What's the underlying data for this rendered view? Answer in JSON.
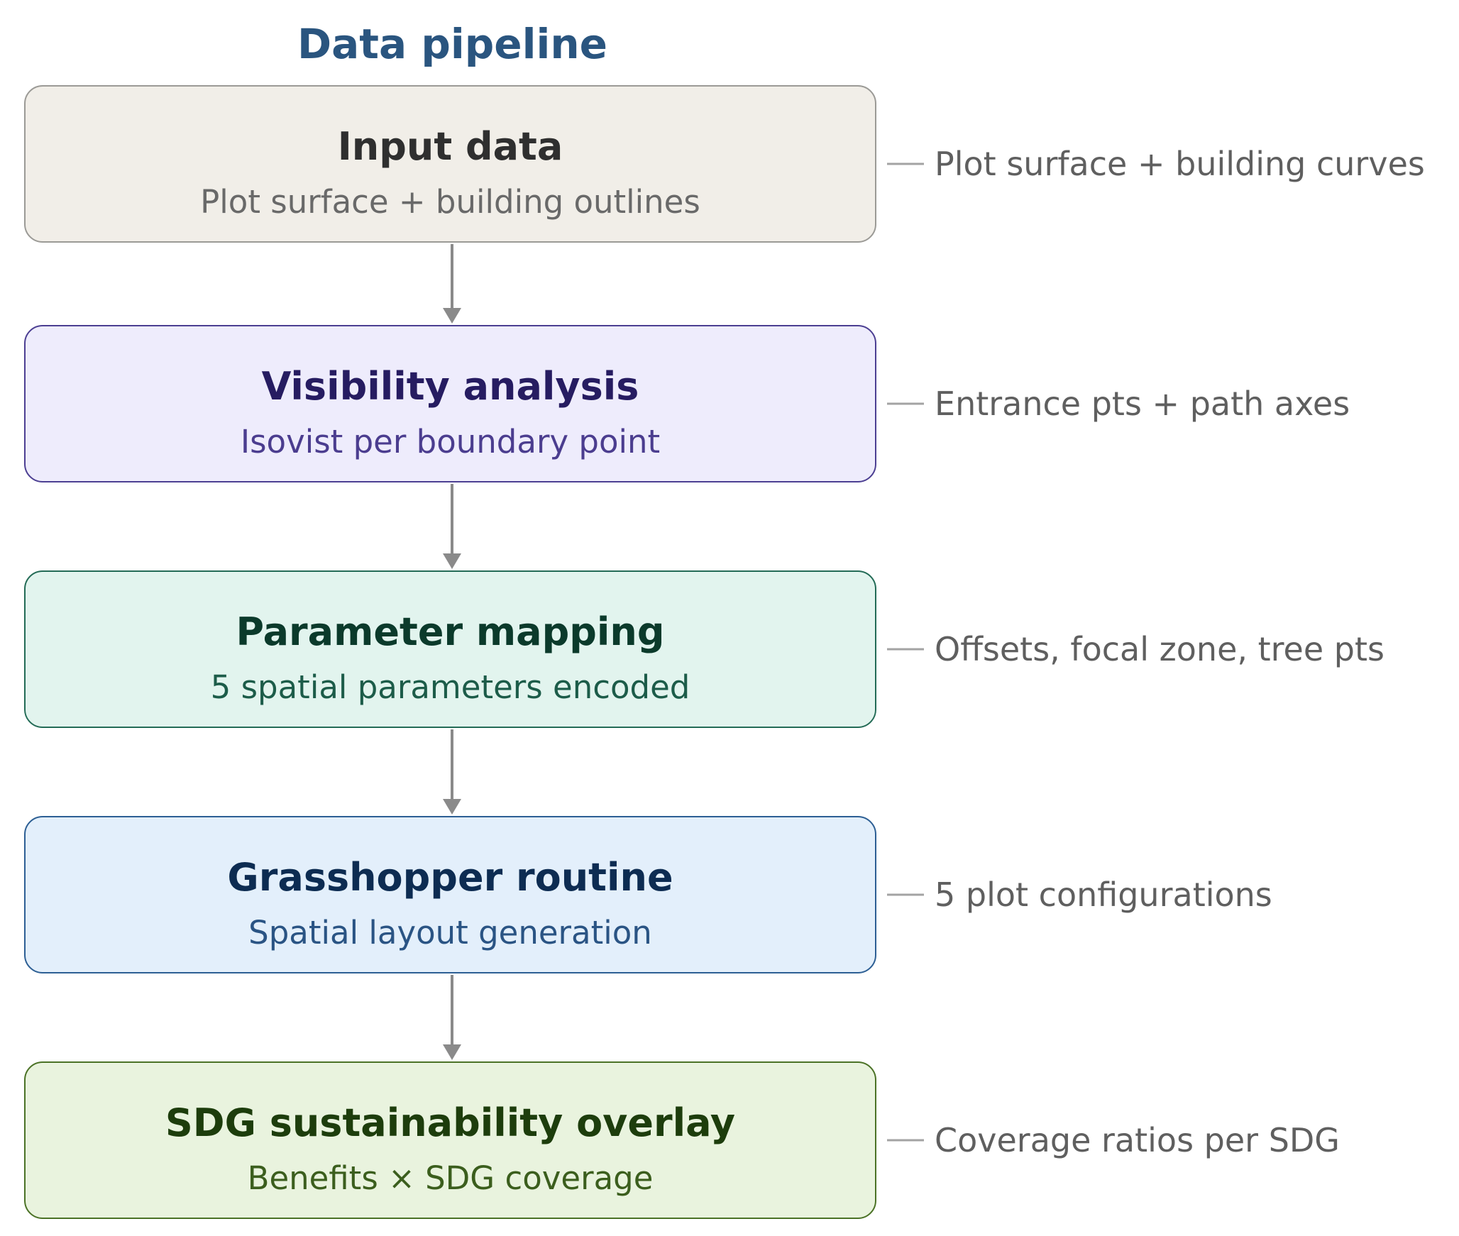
{
  "diagram": {
    "title": "Data pipeline",
    "stages": [
      {
        "title": "Input data",
        "subtitle": "Plot surface + building outlines",
        "output": "Plot surface + building curves",
        "colors": {
          "fill": "#f1eee8",
          "border": "#9b9a96",
          "title": "#2f2f2f",
          "subtitle": "#696969"
        }
      },
      {
        "title": "Visibility analysis",
        "subtitle": "Isovist per boundary point",
        "output": "Entrance pts + path axes",
        "colors": {
          "fill": "#eeecfc",
          "border": "#4c3f92",
          "title": "#261c61",
          "subtitle": "#4b3d8f"
        }
      },
      {
        "title": "Parameter mapping",
        "subtitle": "5 spatial parameters encoded",
        "output": "Offsets, focal zone, tree pts",
        "colors": {
          "fill": "#e2f4ee",
          "border": "#236b56",
          "title": "#0b3a2b",
          "subtitle": "#1c5c49"
        }
      },
      {
        "title": "Grasshopper routine",
        "subtitle": "Spatial layout generation",
        "output": "5 plot configurations",
        "colors": {
          "fill": "#e3effb",
          "border": "#2d5f94",
          "title": "#0d2c52",
          "subtitle": "#2a5484"
        }
      },
      {
        "title": "SDG sustainability overlay",
        "subtitle": "Benefits × SDG coverage",
        "output": "Coverage ratios per SDG",
        "colors": {
          "fill": "#e9f3de",
          "border": "#4b7226",
          "title": "#1d3d0c",
          "subtitle": "#3b5e1d"
        }
      }
    ],
    "connector_color": "#8a8a8a",
    "output_leader_color": "#a3a3a3"
  }
}
